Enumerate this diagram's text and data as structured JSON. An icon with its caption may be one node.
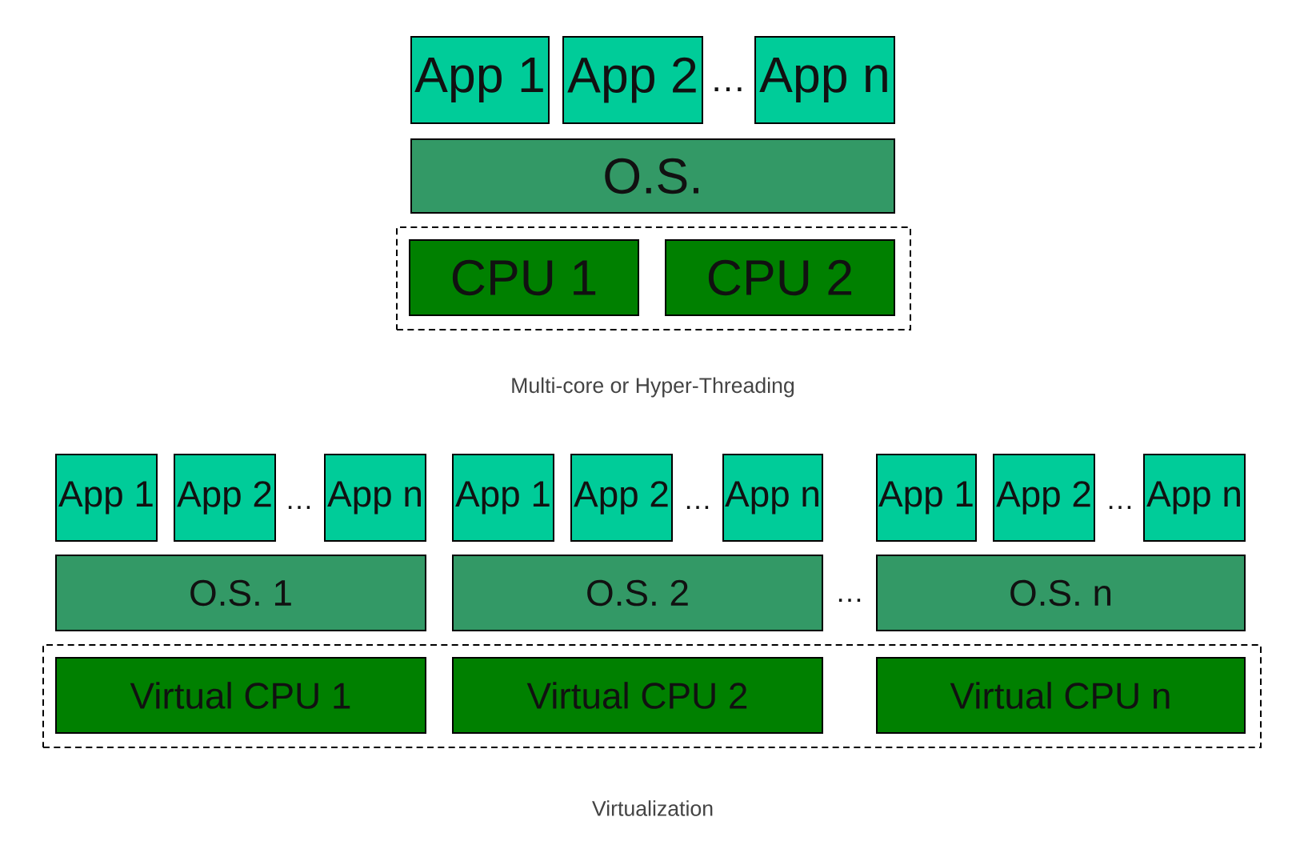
{
  "diagram": {
    "nodes": [
      {
        "text": [
          "App 1"
        ]
      },
      {
        "text": [
          "App 2"
        ]
      },
      {
        "text": [
          "App n"
        ]
      },
      {
        "text": [
          "O.S."
        ]
      },
      {
        "text": [],
        "shape": "box"
      },
      {
        "text": [
          "CPU 1"
        ],
        "in": 4
      },
      {
        "text": [
          "CPU 2"
        ],
        "in": 4
      },
      {
        "text": [
          "App 1"
        ]
      },
      {
        "text": [
          "App 2"
        ]
      },
      {
        "text": [
          "App n"
        ]
      },
      {
        "text": [
          "App 1"
        ]
      },
      {
        "text": [
          "App 2"
        ]
      },
      {
        "text": [
          "App n"
        ]
      },
      {
        "text": [
          "App 1"
        ]
      },
      {
        "text": [
          "App 2"
        ]
      },
      {
        "text": [
          "App n"
        ]
      },
      {
        "text": [
          "O.S. 1"
        ]
      },
      {
        "text": [
          "O.S. 2"
        ]
      },
      {
        "text": [
          "O.S. n"
        ]
      },
      {
        "text": [],
        "shape": "box"
      },
      {
        "text": [
          "Virtual CPU 1"
        ],
        "in": 19
      },
      {
        "text": [
          "Virtual CPU 2"
        ],
        "in": 19
      },
      {
        "text": [
          "Virtual CPU n"
        ],
        "in": 19
      }
    ],
    "labels": [
      "…",
      "Multi-core or Hyper-Threading",
      "…",
      "…",
      "…",
      "…",
      "Virtualization"
    ]
  }
}
